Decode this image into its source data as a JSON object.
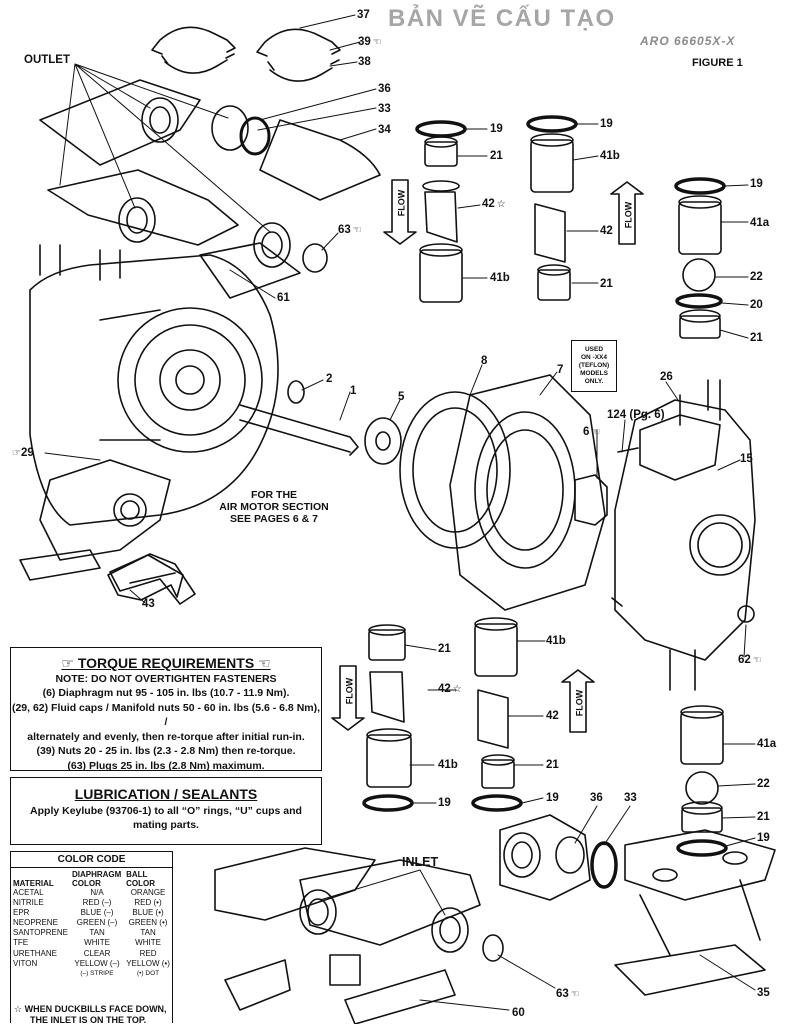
{
  "header": {
    "title": "BẢN VẼ CẤU TẠO",
    "model": "ARO 66605X-X",
    "figure": "FIGURE 1"
  },
  "callouts": {
    "outlet": "OUTLET",
    "inlet": "INLET",
    "air_motor": [
      "FOR THE",
      "AIR MOTOR SECTION",
      "SEE PAGES 6 & 7"
    ],
    "teflon": [
      "USED",
      "ON -XX4",
      "(TEFLON)",
      "MODELS",
      "ONLY."
    ],
    "flow": "FLOW"
  },
  "parts": {
    "p37": "37",
    "p39": "39",
    "p38": "38",
    "p36a": "36",
    "p33a": "33",
    "p34": "34",
    "p19a": "19",
    "p21a": "21",
    "p42a": "42",
    "p41ba": "41b",
    "p19b": "19",
    "p41bb": "41b",
    "p42b": "42",
    "p21b": "21",
    "p19c": "19",
    "p41aa": "41a",
    "p22a": "22",
    "p20": "20",
    "p21c": "21",
    "p63a": "63",
    "p61": "61",
    "p2": "2",
    "p1": "1",
    "p5": "5",
    "p8": "8",
    "p7": "7",
    "p6": "6",
    "p26": "26",
    "p124": "124 (Pg. 6)",
    "p15": "15",
    "p29": "29",
    "p43": "43",
    "p62": "62",
    "p21d": "21",
    "p42c": "42",
    "p41bc": "41b",
    "p19d": "19",
    "p41bd": "41b",
    "p42d": "42",
    "p21e": "21",
    "p19e": "19",
    "p41ab": "41a",
    "p22b": "22",
    "p21f": "21",
    "p19f": "19",
    "p36b": "36",
    "p33b": "33",
    "p63b": "63",
    "p60": "60",
    "p35": "35"
  },
  "torque": {
    "heading": "TORQUE REQUIREMENTS",
    "lines": [
      "NOTE: DO NOT OVERTIGHTEN FASTENERS",
      "(6) Diaphragm nut 95 - 105 in. lbs (10.7 - 11.9 Nm).",
      "(29, 62) Fluid caps / Manifold nuts 50 - 60 in. lbs (5.6 - 6.8 Nm), /",
      "alternately and evenly, then re-torque after initial run-in.",
      "(39) Nuts 20 - 25 in. lbs (2.3 - 2.8 Nm) then re-torque.",
      "(63) Plugs 25 in. lbs (2.8 Nm) maximum."
    ]
  },
  "lubrication": {
    "heading": "LUBRICATION / SEALANTS",
    "lines": [
      "Apply Keylube (93706-1) to all “O” rings, “U” cups and",
      "mating parts."
    ]
  },
  "color_code": {
    "heading": "COLOR CODE",
    "columns": [
      "MATERIAL",
      "DIAPHRAGM COLOR",
      "BALL COLOR"
    ],
    "rows": [
      [
        "ACETAL",
        "N/A",
        "ORANGE"
      ],
      [
        "NITRILE",
        "RED (–)",
        "RED (•)"
      ],
      [
        "EPR",
        "BLUE (–)",
        "BLUE (•)"
      ],
      [
        "NEOPRENE",
        "GREEN (–)",
        "GREEN (•)"
      ],
      [
        "SANTOPRENE",
        "TAN",
        "TAN"
      ],
      [
        "TFE",
        "WHITE",
        "WHITE"
      ],
      [
        "URETHANE",
        "CLEAR",
        "RED"
      ],
      [
        "VITON",
        "YELLOW (–)",
        "YELLOW (•)"
      ]
    ],
    "legend": [
      "(–) STRIPE",
      "(•) DOT"
    ]
  },
  "footnote": [
    "☆  WHEN DUCKBILLS FACE DOWN,",
    "THE INLET IS ON THE TOP."
  ]
}
